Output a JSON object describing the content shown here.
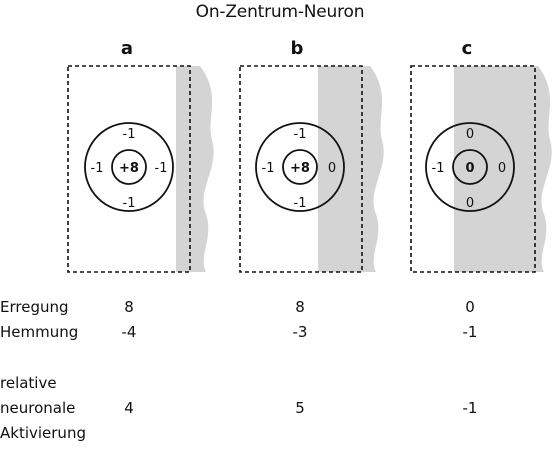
{
  "title": "On-Zentrum-Neuron",
  "panels": [
    {
      "letter": "a",
      "center": "+8",
      "top": "-1",
      "left": "-1",
      "right": "-1",
      "bottom": "-1"
    },
    {
      "letter": "b",
      "center": "+8",
      "top": "-1",
      "left": "-1",
      "right": "0",
      "bottom": "-1"
    },
    {
      "letter": "c",
      "center": "0",
      "top": "0",
      "left": "-1",
      "right": "0",
      "bottom": "0"
    }
  ],
  "rows": {
    "erregung": {
      "label": "Erregung",
      "values": [
        "8",
        "8",
        "0"
      ]
    },
    "hemmung": {
      "label": "Hemmung",
      "values": [
        "-4",
        "-3",
        "-1"
      ]
    },
    "aktivierung": {
      "label_lines": [
        "relative",
        "neuronale",
        "Aktivierung"
      ],
      "values": [
        "4",
        "5",
        "-1"
      ]
    }
  },
  "colors": {
    "shade": "#d4d4d4",
    "ink": "#111111"
  }
}
